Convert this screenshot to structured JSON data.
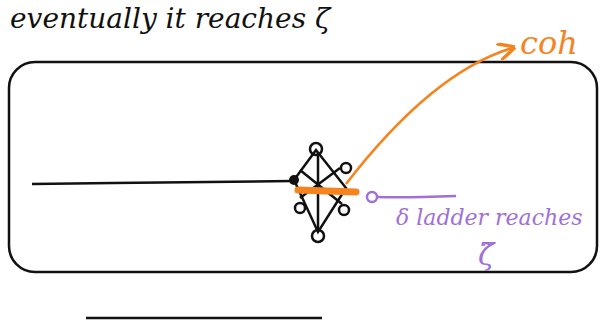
{
  "diagram": {
    "labels": [
      "eventually it reaches ζ",
      "coh",
      "δ ladder reaches",
      "ζ̃"
    ]
  }
}
